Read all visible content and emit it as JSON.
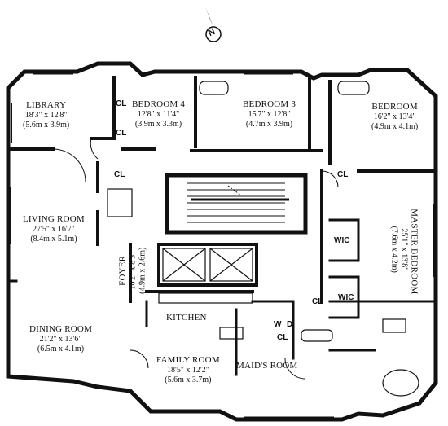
{
  "compass": {
    "letter": "N",
    "icon": "north-arrow-icon"
  },
  "rooms": {
    "library": {
      "name": "LIBRARY",
      "dim_ft": "18'3\" x 12'8\"",
      "dim_m": "(5.6m x 3.9m)"
    },
    "bedroom4": {
      "name": "BEDROOM 4",
      "dim_ft": "12'8\" x 11'4\"",
      "dim_m": "(3.9m x 3.3m)"
    },
    "bedroom3": {
      "name": "BEDROOM 3",
      "dim_ft": "15'7\" x 12'8\"",
      "dim_m": "(4.7m x 3.9m)"
    },
    "bedroom": {
      "name": "BEDROOM",
      "dim_ft": "16'2\" x 13'4\"",
      "dim_m": "(4.9m x 4.1m)"
    },
    "living": {
      "name": "LIVING ROOM",
      "dim_ft": "27'5\" x 16'7\"",
      "dim_m": "(8.4m x 5.1m)"
    },
    "foyer": {
      "name": "FOYER",
      "dim_ft": "16'2\" x 8'5\"",
      "dim_m": "(4.9m x 2.6m)"
    },
    "master": {
      "name": "MASTER BEDROOM",
      "dim_ft": "25'1\" x 13'8\"",
      "dim_m": "(7.6m x 4.2m)"
    },
    "dining": {
      "name": "DINING ROOM",
      "dim_ft": "21'2\" x 13'6\"",
      "dim_m": "(6.5m x 4.1m)"
    },
    "kitchen": {
      "name": "KITCHEN"
    },
    "family": {
      "name": "FAMILY ROOM",
      "dim_ft": "18'5\" x 12'2\"",
      "dim_m": "(5.6m x 3.7m)"
    },
    "maids": {
      "name": "MAID'S ROOM"
    }
  },
  "closets": {
    "cl_library": "CL",
    "cl_bedroom4": "CL",
    "cl_center": "CL",
    "cl_bedroom_right": "CL",
    "cl_master": "CL",
    "cl_maid": "CL",
    "wic_upper": "WIC",
    "wic_lower": "WIC"
  },
  "laundry": {
    "washer": "W",
    "dryer": "D"
  }
}
